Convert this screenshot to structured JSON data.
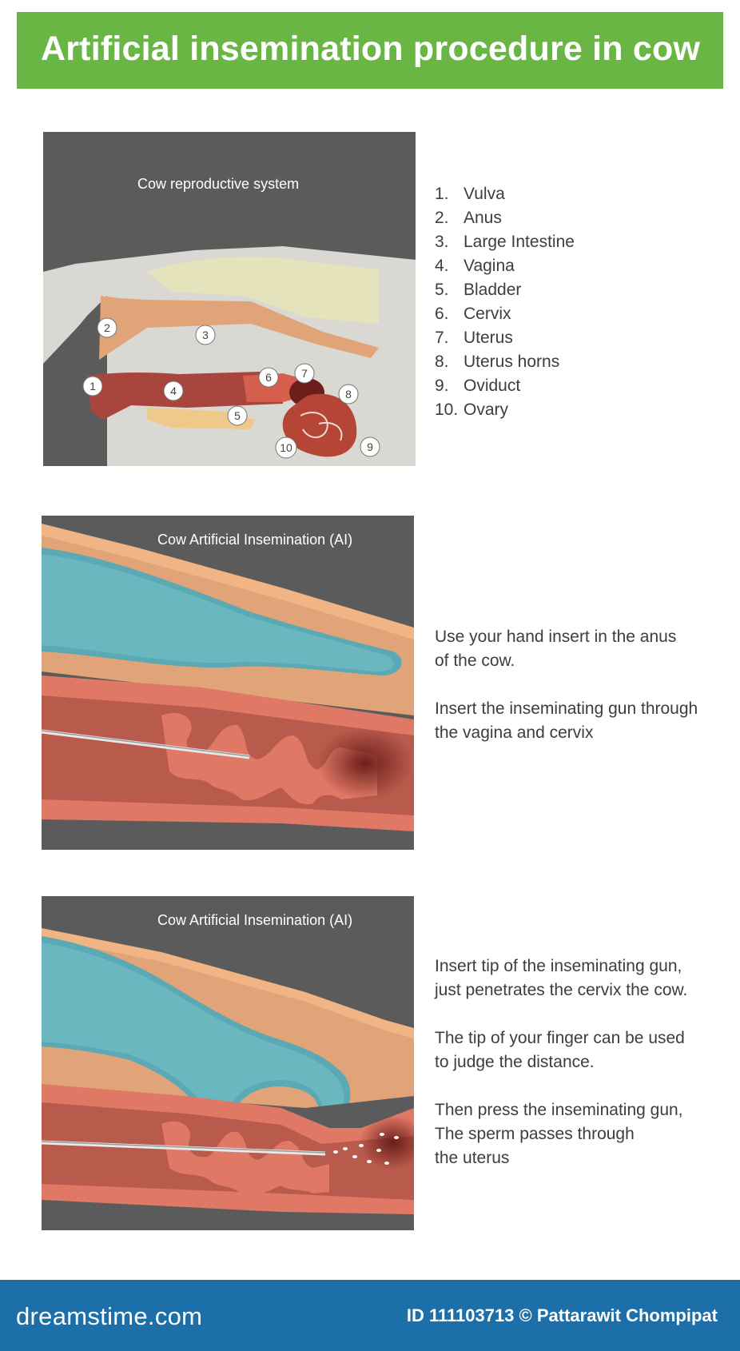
{
  "title": "Artificial insemination procedure in cow",
  "panel1": {
    "title": "Cow reproductive system"
  },
  "panel2": {
    "title": "Cow Artificial Insemination (AI)"
  },
  "panel3": {
    "title": "Cow Artificial Insemination (AI)"
  },
  "markers": [
    "1",
    "2",
    "3",
    "4",
    "5",
    "6",
    "7",
    "8",
    "9",
    "10"
  ],
  "parts": [
    {
      "num": "1.",
      "label": "Vulva"
    },
    {
      "num": "2.",
      "label": "Anus"
    },
    {
      "num": "3.",
      "label": "Large Intestine"
    },
    {
      "num": "4.",
      "label": "Vagina"
    },
    {
      "num": "5.",
      "label": "Bladder"
    },
    {
      "num": "6.",
      "label": "Cervix"
    },
    {
      "num": "7.",
      "label": "Uterus"
    },
    {
      "num": "8.",
      "label": "Uterus horns"
    },
    {
      "num": "9.",
      "label": "Oviduct"
    },
    {
      "num": "10.",
      "label": "Ovary"
    }
  ],
  "step1": {
    "text1": "Use your hand insert in the anus\nof the cow.",
    "text2": "Insert the inseminating gun through\nthe vagina and cervix"
  },
  "step2": {
    "text1": "Insert tip of the inseminating gun,\njust penetrates the cervix the cow.",
    "text2": "The tip of your finger can be used\nto judge the distance.",
    "text3": "Then press the inseminating gun,\nThe sperm passes through\nthe uterus"
  },
  "footer": {
    "brand": "dreamstime.com",
    "credit": "ID 111103713 © Pattarawit Chompipat"
  },
  "colors": {
    "banner": "#69b644",
    "panel_bg": "#5b5b5b",
    "glove": "#6ab7c0",
    "tissue": "#e07866",
    "rectum": "#e0a478",
    "footer": "#1c6fa8"
  }
}
